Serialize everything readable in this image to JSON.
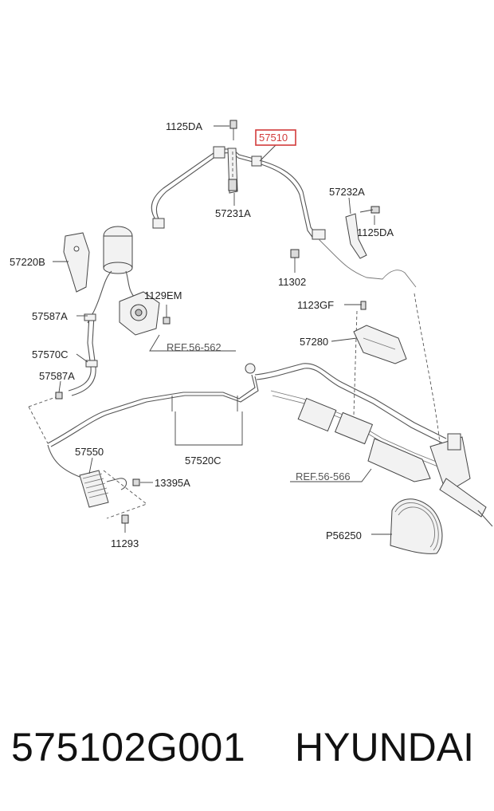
{
  "labels": {
    "l_1125DA_top": "1125DA",
    "l_57510": "57510",
    "l_57231A": "57231A",
    "l_57232A": "57232A",
    "l_1125DA_right": "1125DA",
    "l_57220B": "57220B",
    "l_11302": "11302",
    "l_1129EM": "1129EM",
    "l_57587A_1": "57587A",
    "l_1123GF": "1123GF",
    "l_ref562": "REF.56-562",
    "l_57280": "57280",
    "l_57570C": "57570C",
    "l_57587A_2": "57587A",
    "l_57550": "57550",
    "l_57520C": "57520C",
    "l_ref566": "REF.56-566",
    "l_13395A": "13395A",
    "l_P56250": "P56250",
    "l_11293": "11293"
  },
  "highlight": {
    "color": "#d23b3b"
  },
  "footer": {
    "part_number": "575102G001",
    "brand": "HYUNDAI"
  }
}
